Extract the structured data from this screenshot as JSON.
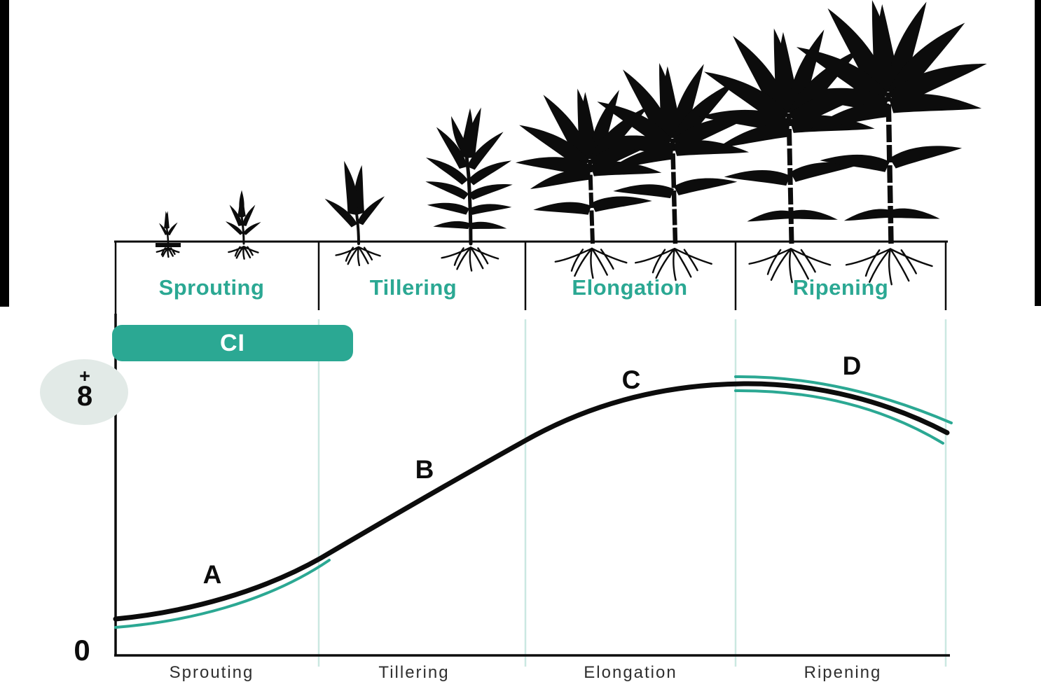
{
  "stages": [
    {
      "id": "sprouting",
      "top_label": "Sprouting",
      "axis_label": "Sprouting",
      "curve_letter": "A"
    },
    {
      "id": "tillering",
      "top_label": "Tillering",
      "axis_label": "Tillering",
      "curve_letter": "B"
    },
    {
      "id": "elongation",
      "top_label": "Elongation",
      "axis_label": "Elongation",
      "curve_letter": "C"
    },
    {
      "id": "ripening",
      "top_label": "Ripening",
      "axis_label": "Ripening",
      "curve_letter": "D"
    }
  ],
  "badge": {
    "label": "CI"
  },
  "y_axis": {
    "top_plus": "+",
    "top_value": "8",
    "bottom": "0"
  },
  "colors": {
    "accent_teal": "#2BA893",
    "curve_black": "#0C0C0C",
    "gridline_teal": "#CBE8E1",
    "ellipse_bg": "#E2EAE7",
    "axis_label_gray": "#2F2F2F",
    "badge_text": "#FFFFFF"
  },
  "chart_data": {
    "type": "line",
    "title": "",
    "x_categories": [
      "Sprouting",
      "Tillering",
      "Elongation",
      "Ripening"
    ],
    "y_axis": {
      "min": 0,
      "max": 8,
      "tick_labels": [
        "0",
        "+8"
      ]
    },
    "series": [
      {
        "name": "growth-curve",
        "color": "#0C0C0C",
        "x_stage_units": [
          0,
          0.5,
          1,
          1.5,
          2,
          2.5,
          3,
          3.5,
          4
        ],
        "values": [
          1.0,
          1.4,
          2.9,
          4.7,
          6.5,
          7.6,
          8.0,
          7.9,
          6.8
        ]
      },
      {
        "name": "accent-sprouting",
        "color": "#2BA893",
        "description": "teal line offset just below the black curve during Sprouting",
        "x_stage_units": [
          0,
          1.05
        ],
        "values": [
          0.8,
          2.7
        ]
      },
      {
        "name": "accent-ripening-upper",
        "color": "#2BA893",
        "x_stage_units": [
          3,
          4
        ],
        "values": [
          8.2,
          7.0
        ]
      },
      {
        "name": "accent-ripening-lower",
        "color": "#2BA893",
        "x_stage_units": [
          3,
          4
        ],
        "values": [
          7.8,
          6.5
        ]
      }
    ],
    "segment_labels": [
      {
        "label": "A",
        "stage": "Sprouting"
      },
      {
        "label": "B",
        "stage": "Tillering"
      },
      {
        "label": "C",
        "stage": "Elongation"
      },
      {
        "label": "D",
        "stage": "Ripening"
      }
    ],
    "gridlines": "vertical at stage boundaries",
    "legend_position": "none"
  }
}
